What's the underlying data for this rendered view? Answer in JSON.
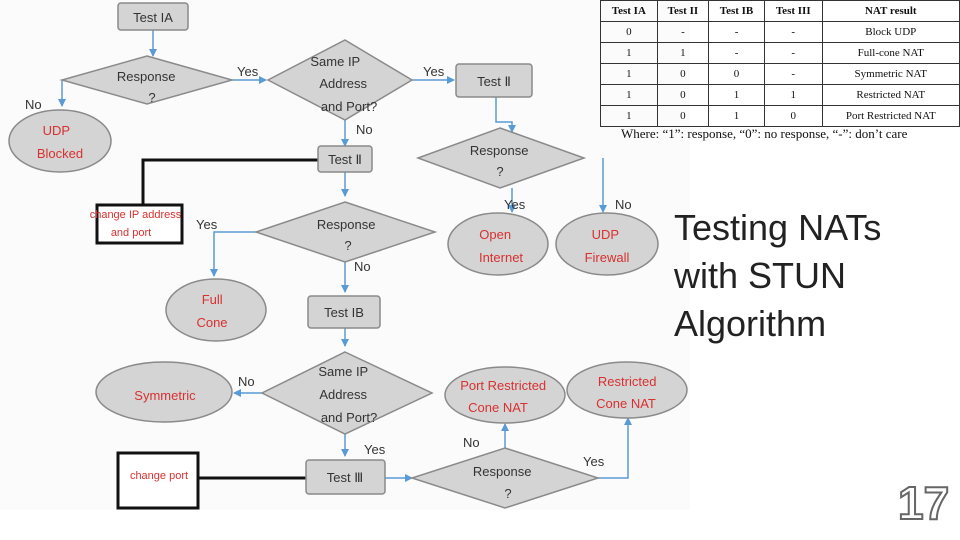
{
  "slide": {
    "title_lines": [
      "Testing NATs",
      "with STUN",
      "Algorithm"
    ],
    "page_number": "17"
  },
  "flowchart": {
    "nodes": {
      "test_ia": "Test IA",
      "response1": [
        "Response",
        "?"
      ],
      "same_ip1": [
        "Same IP",
        "Address",
        "and Port?"
      ],
      "test_ii_top": "Test Ⅱ",
      "udp_blocked": [
        "UDP",
        "Blocked"
      ],
      "test_ii_mid": "Test Ⅱ",
      "response3": [
        "Response",
        "?"
      ],
      "note_change_ip": [
        "change IP address",
        "and port"
      ],
      "response2": [
        "Response",
        "?"
      ],
      "open_internet": [
        "Open",
        "Internet"
      ],
      "udp_firewall": [
        "UDP",
        "Firewall"
      ],
      "full_cone": [
        "Full",
        "Cone"
      ],
      "test_ib": "Test IB",
      "same_ip2": [
        "Same IP",
        "Address",
        "and Port?"
      ],
      "symmetric": "Symmetric",
      "port_restricted": [
        "Port Restricted",
        "Cone NAT"
      ],
      "restricted": [
        "Restricted",
        "Cone NAT"
      ],
      "note_change_port": "change port",
      "test_iii": "Test Ⅲ",
      "response4": [
        "Response",
        "?"
      ]
    },
    "edge_labels": {
      "yes": "Yes",
      "no": "No"
    }
  },
  "nat_table": {
    "headers": [
      "Test IA",
      "Test II",
      "Test IB",
      "Test III",
      "NAT result"
    ],
    "rows": [
      [
        "0",
        "-",
        "-",
        "-",
        "Block UDP"
      ],
      [
        "1",
        "1",
        "-",
        "-",
        "Full-cone NAT"
      ],
      [
        "1",
        "0",
        "0",
        "-",
        "Symmetric NAT"
      ],
      [
        "1",
        "0",
        "1",
        "1",
        "Restricted NAT"
      ],
      [
        "1",
        "0",
        "1",
        "0",
        "Port Restricted NAT"
      ]
    ],
    "note": "Where: “1”: response, “0”: no response, “-”: don’t care"
  },
  "colors": {
    "node_fill": "#d4d4d4",
    "node_stroke": "#8a8a8a",
    "terminal_text": "#d93030",
    "arrow": "#5b9bd5",
    "text": "#333333"
  }
}
